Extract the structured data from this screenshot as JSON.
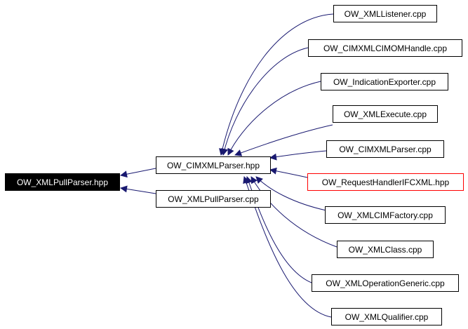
{
  "nodes": {
    "root": "OW_XMLPullParser.hpp",
    "cimxml_parser_hpp": "OW_CIMXMLParser.hpp",
    "xml_pull_parser_cpp": "OW_XMLPullParser.cpp",
    "xml_listener": "OW_XMLListener.cpp",
    "cimom_handle": "OW_CIMXMLCIMOMHandle.cpp",
    "indication_exporter": "OW_IndicationExporter.cpp",
    "xml_execute": "OW_XMLExecute.cpp",
    "cimxml_parser_cpp": "OW_CIMXMLParser.cpp",
    "request_handler": "OW_RequestHandlerIFCXML.hpp",
    "cim_factory": "OW_XMLCIMFactory.cpp",
    "xml_class": "OW_XMLClass.cpp",
    "operation_generic": "OW_XMLOperationGeneric.cpp",
    "xml_qualifier": "OW_XMLQualifier.cpp"
  },
  "colors": {
    "edge": "#191970",
    "root_fill": "#000000",
    "root_text": "#ffffff",
    "highlight_border": "#ff0000"
  }
}
